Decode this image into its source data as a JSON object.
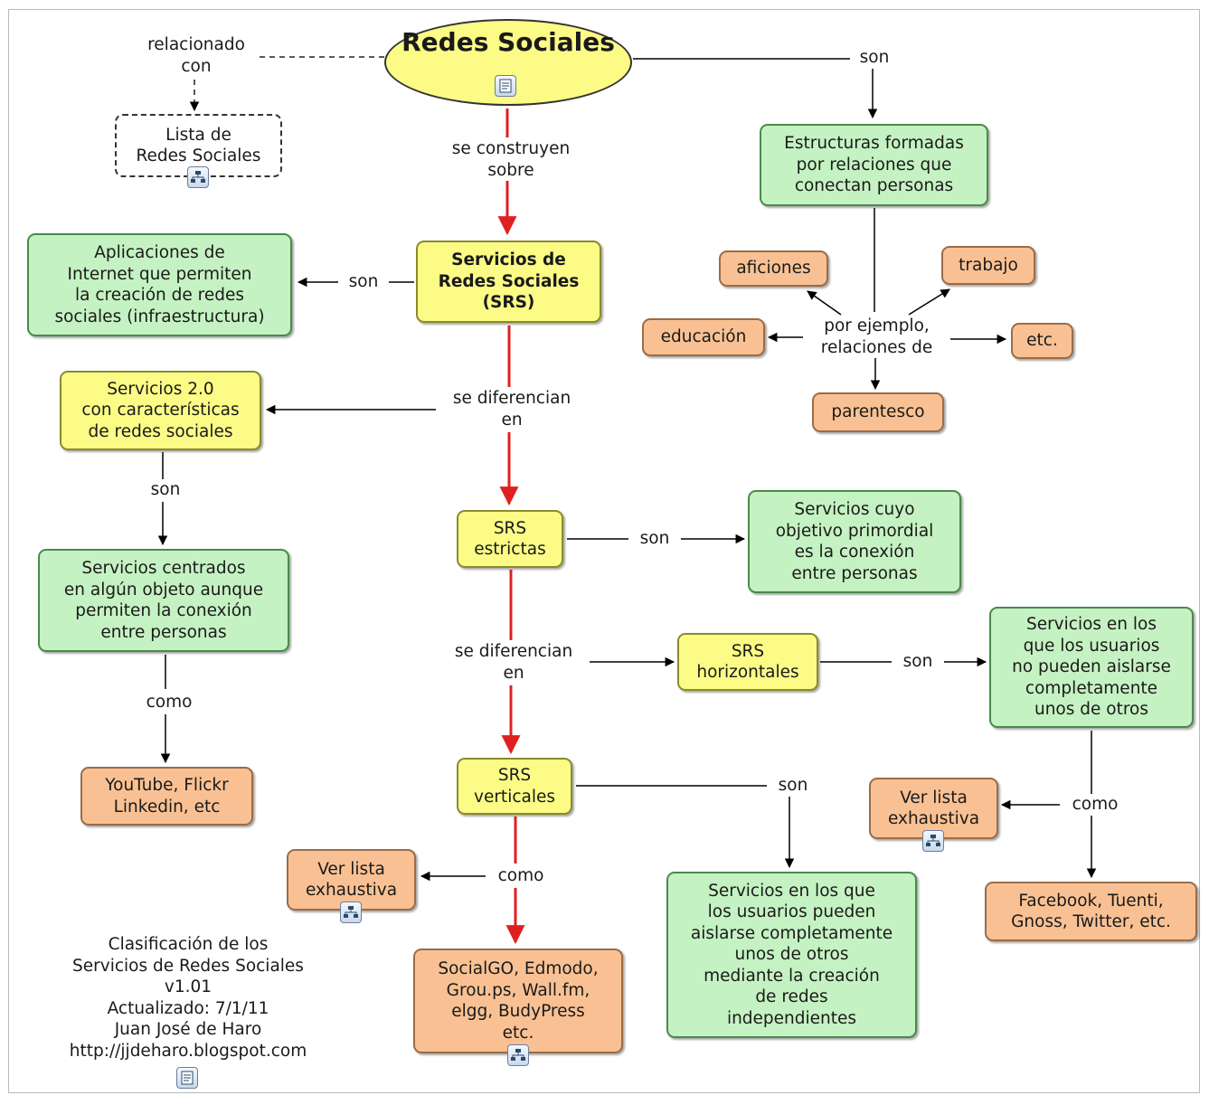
{
  "nodes": {
    "redes_sociales": "Redes Sociales",
    "lista_redes": "Lista de\nRedes Sociales",
    "estructuras": "Estructuras formadas\npor relaciones que\nconectan personas",
    "aficiones": "aficiones",
    "trabajo": "trabajo",
    "educacion": "educación",
    "etc": "etc.",
    "parentesco": "parentesco",
    "aplicaciones": "Aplicaciones de\nInternet que permiten\nla creación de redes\nsociales (infraestructura)",
    "srs": "Servicios de\nRedes Sociales\n(SRS)",
    "servicios_20": "Servicios 2.0\ncon características\nde redes sociales",
    "servicios_centrados": "Servicios centrados\nen algún objeto aunque\npermiten la conexión\nentre personas",
    "youtube": "YouTube, Flickr\nLinkedin, etc",
    "srs_estrictas": "SRS\nestrictas",
    "servicios_cuyo": "Servicios cuyo\nobjetivo primordial\nes la conexión\nentre personas",
    "srs_horizontales": "SRS\nhorizontales",
    "servicios_no_aislarse": "Servicios en los\nque los usuarios\nno pueden aislarse\ncompletamente\nunos de otros",
    "ver_lista_right": "Ver lista\nexhaustiva",
    "facebook": "Facebook, Tuenti,\nGnoss, Twitter, etc.",
    "srs_verticales": "SRS\nverticales",
    "ver_lista_left": "Ver lista\nexhaustiva",
    "servicios_aislarse": "Servicios en los que\nlos usuarios pueden\naislarse completamente\nunos de otros\nmediante la creación\nde redes\nindependientes",
    "socialgo": "SocialGO, Edmodo,\nGrou.ps, Wall.fm,\nelgg, BudyPress\netc."
  },
  "links": {
    "relacionado_con": "relacionado\ncon",
    "son_top": "son",
    "se_construyen": "se construyen\nsobre",
    "son_aplicaciones": "son",
    "por_ejemplo": "por ejemplo,\nrelaciones de",
    "se_diferencian_1": "se diferencian\nen",
    "son_servicios20": "son",
    "son_estrictas": "son",
    "se_diferencian_2": "se diferencian\nen",
    "son_horizontales": "son",
    "como_centrados": "como",
    "como_horizontales": "como",
    "son_verticales": "son",
    "como_verticales": "como"
  },
  "credits": "Clasificación de los\nServicios de Redes Sociales\nv1.01\nActualizado: 7/1/11\nJuan José de Haro\nhttp://jjdeharo.blogspot.com",
  "icons": {
    "document": "document-icon",
    "submap": "submap-icon"
  },
  "colors": {
    "concept_green": "#c5f2c2",
    "concept_yellow": "#fbfb86",
    "concept_orange": "#f9c193",
    "main_axis_arrow": "#e02020",
    "arrow": "#000000"
  }
}
